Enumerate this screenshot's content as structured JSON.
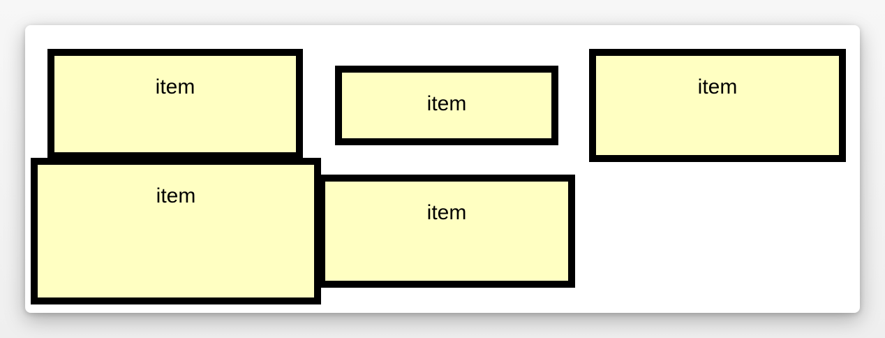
{
  "items": [
    {
      "label": "item"
    },
    {
      "label": "item"
    },
    {
      "label": "item"
    },
    {
      "label": "item"
    },
    {
      "label": "item"
    }
  ],
  "colors": {
    "item_background": "#ffffc2",
    "item_border": "#000000",
    "container_background": "#ffffff"
  }
}
